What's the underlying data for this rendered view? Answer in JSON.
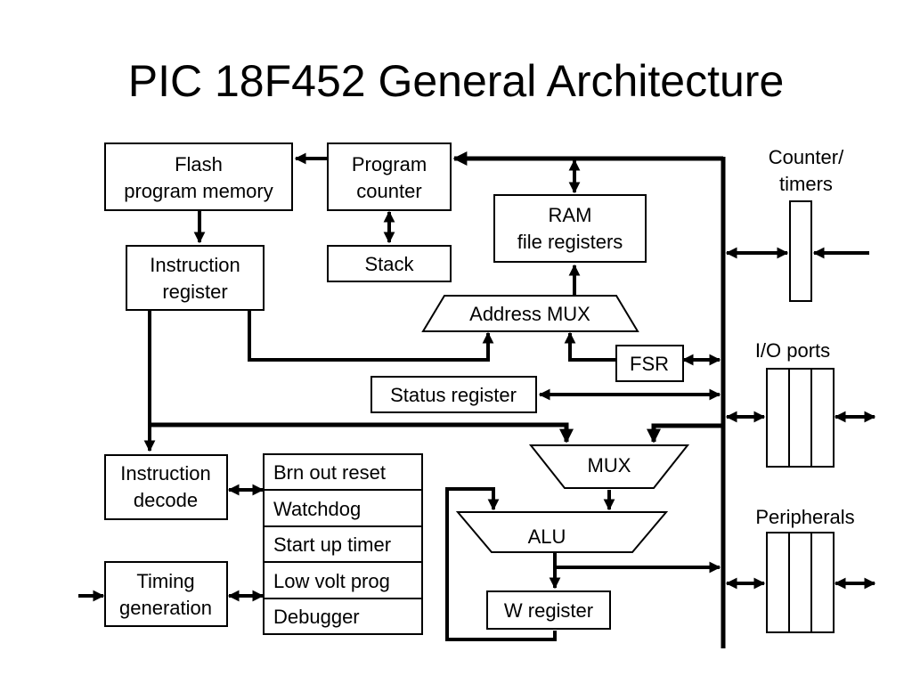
{
  "title": "PIC 18F452 General Architecture",
  "blocks": {
    "flash_memory": [
      "Flash",
      "program memory"
    ],
    "program_counter": [
      "Program",
      "counter"
    ],
    "ram": [
      "RAM",
      "file registers"
    ],
    "stack": "Stack",
    "instruction_register": [
      "Instruction",
      "register"
    ],
    "address_mux": "Address MUX",
    "fsr": "FSR",
    "status_register": "Status register",
    "instruction_decode": [
      "Instruction",
      "decode"
    ],
    "timing_generation": [
      "Timing",
      "generation"
    ],
    "mux": "MUX",
    "alu": "ALU",
    "w_register": "W register"
  },
  "support_items": [
    "Brn out reset",
    "Watchdog",
    "Start up timer",
    "Low volt prog",
    "Debugger"
  ],
  "peripherals": {
    "counter_timers": [
      "Counter/",
      "timers"
    ],
    "io_ports": "I/O ports",
    "peripherals": "Peripherals"
  },
  "colors": {
    "line": "#000000",
    "background": "#ffffff"
  }
}
